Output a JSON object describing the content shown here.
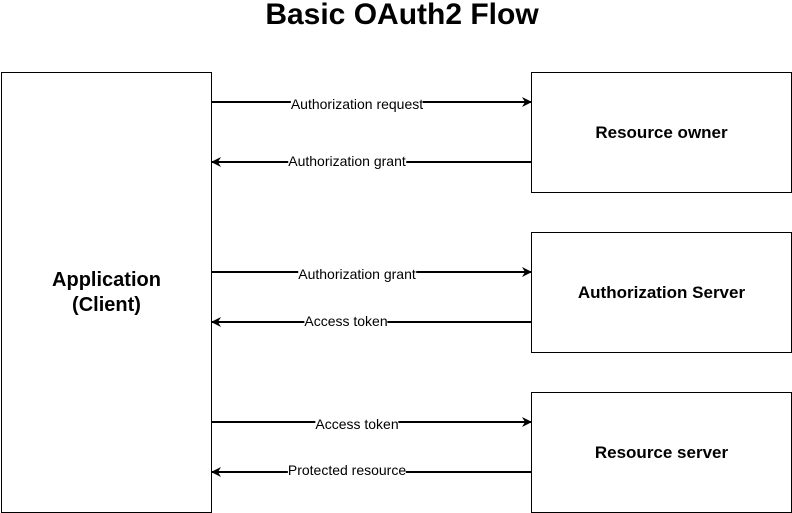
{
  "title": "Basic OAuth2 Flow",
  "nodes": {
    "client": "Application\n(Client)",
    "resource_owner": "Resource owner",
    "authorization_server": "Authorization Server",
    "resource_server": "Resource server"
  },
  "edges": {
    "authorization_request": "Authorization request",
    "authorization_grant_from_owner": "Authorization grant",
    "authorization_grant_to_server": "Authorization grant",
    "access_token_from_server": "Access token",
    "access_token_to_resource": "Access token",
    "protected_resource": "Protected resource"
  }
}
